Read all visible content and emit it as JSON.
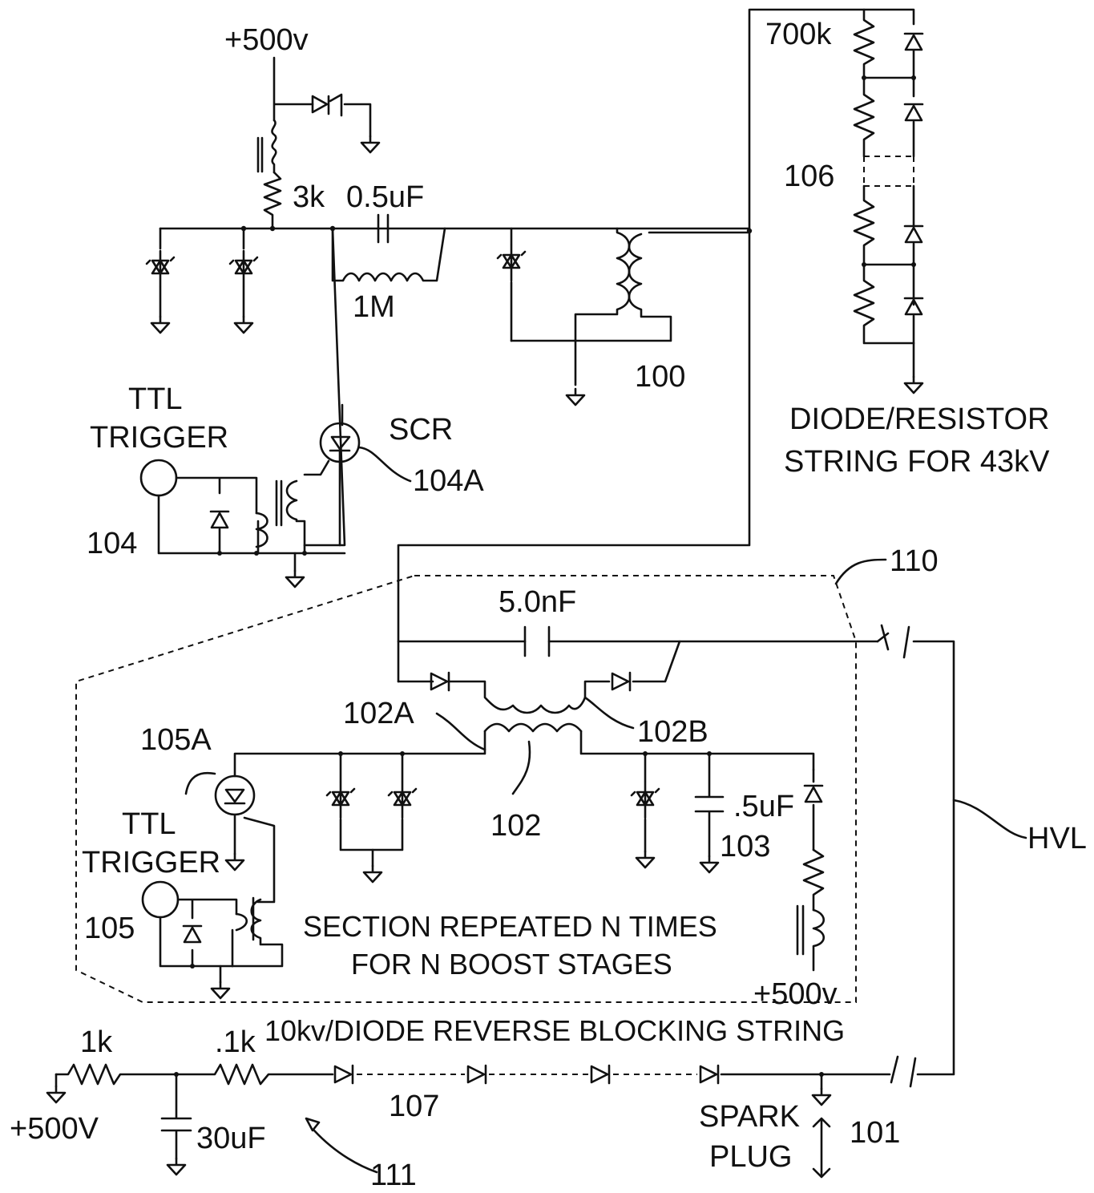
{
  "labels": {
    "v500_top": "+500v",
    "r3k": "3k",
    "c05uF": "0.5uF",
    "r1M": "1M",
    "ref100": "100",
    "r700k": "700k",
    "ref106": "106",
    "string_line1": "DIODE/RESISTOR",
    "string_line2": "STRING FOR 43kV",
    "ttl1_line1": "TTL",
    "ttl1_line2": "TRIGGER",
    "scr": "SCR",
    "ref104A": "104A",
    "ref104": "104",
    "ref110": "110",
    "c50nF": "5.0nF",
    "ref102A": "102A",
    "ref102B": "102B",
    "ref105A": "105A",
    "ref102": "102",
    "c5uF": ".5uF",
    "ref103": "103",
    "ttl2_line1": "TTL",
    "ttl2_line2": "TRIGGER",
    "ref105": "105",
    "section_line1": "SECTION REPEATED N TIMES",
    "section_line2": "FOR N BOOST STAGES",
    "v500_mid": "+500v",
    "hvl": "HVL",
    "blocking": "10kv/DIODE REVERSE BLOCKING STRING",
    "r1k": "1k",
    "r01k": ".1k",
    "ref107": "107",
    "v500_bottom": "+500V",
    "c30uF": "30uF",
    "spark_line1": "SPARK",
    "spark_line2": "PLUG",
    "ref101": "101",
    "ref111": "111"
  }
}
